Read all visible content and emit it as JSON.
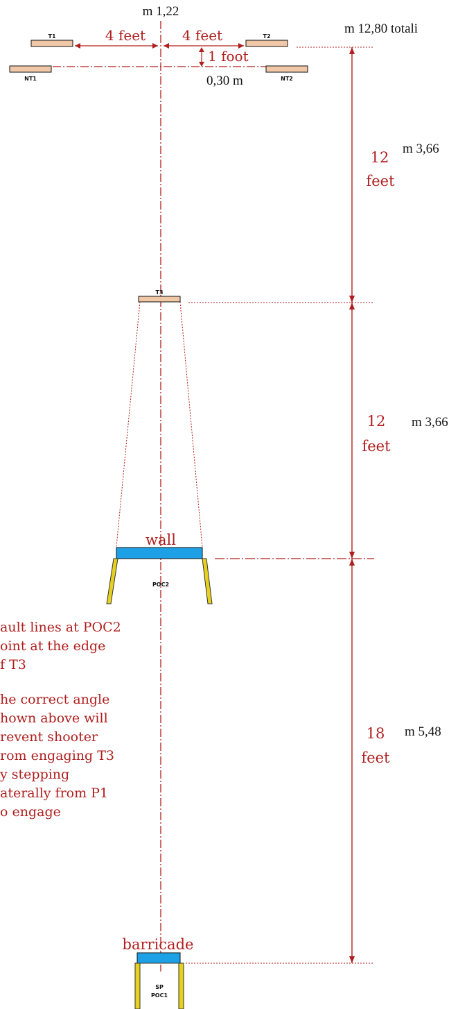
{
  "diagram": {
    "targets": {
      "t1": "T1",
      "t2": "T2",
      "nt1": "NT1",
      "nt2": "NT2",
      "t3": "T3"
    },
    "dimensions": {
      "left_spacing": "4 feet",
      "right_spacing": "4 feet",
      "offset": "1 foot",
      "seg1_value": "12",
      "seg1_unit": "feet",
      "seg2_value": "12",
      "seg2_unit": "feet",
      "seg3_value": "18",
      "seg3_unit": "feet"
    },
    "metric": {
      "spacing": "m 1,22",
      "total": "m 12,80 totali",
      "offset": "0,30 m",
      "seg1": "m 3,66",
      "seg2": "m 3,66",
      "seg3": "m 5,48"
    },
    "props": {
      "wall": "wall",
      "poc2": "POC2",
      "barricade": "barricade",
      "sp": "SP",
      "poc1": "POC1"
    },
    "notes": {
      "fault_lines": [
        "ault lines at POC2",
        "oint at the edge",
        "f T3"
      ],
      "angle": [
        "he correct angle",
        "hown above will",
        "revent shooter",
        "rom engaging T3",
        "y stepping",
        "aterally from P1",
        "o engage"
      ]
    },
    "colors": {
      "dimension_red": "#b01e1e",
      "target_fill": "#f0c8a8",
      "prop_blue": "#1ea0e6",
      "fault_yellow": "#e6d21e"
    }
  }
}
